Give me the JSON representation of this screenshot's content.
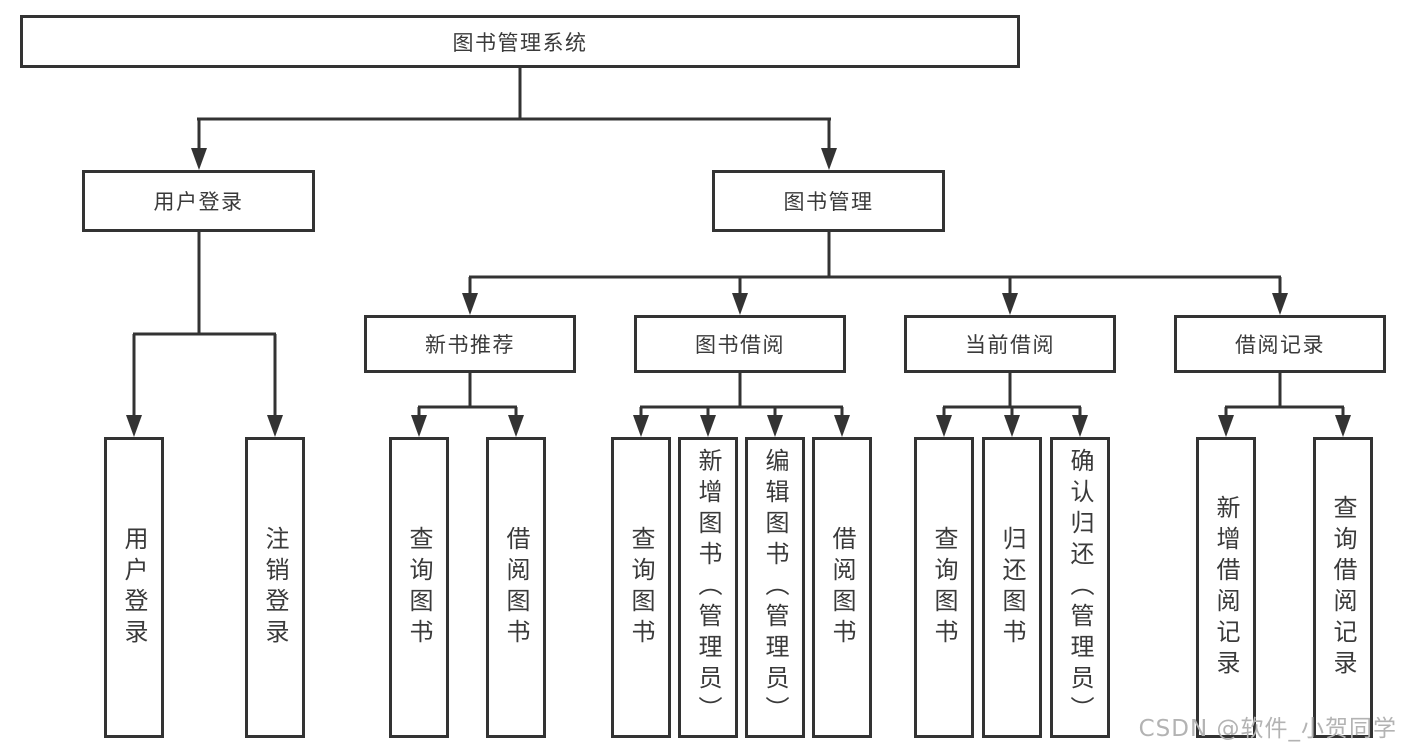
{
  "diagram": {
    "root": "图书管理系统",
    "level2": [
      "用户登录",
      "图书管理"
    ],
    "level3": [
      "新书推荐",
      "图书借阅",
      "当前借阅",
      "借阅记录"
    ],
    "leaves_user_login": [
      "用户登录",
      "注销登录"
    ],
    "leaves_new_book": [
      "查询图书",
      "借阅图书"
    ],
    "leaves_book_borrow": [
      "查询图书",
      "新增图书（管理员）",
      "编辑图书（管理员）",
      "借阅图书"
    ],
    "leaves_current_borrow": [
      "查询图书",
      "归还图书",
      "确认归还（管理员）"
    ],
    "leaves_borrow_record": [
      "新增借阅记录",
      "查询借阅记录"
    ],
    "watermark": "CSDN @软件_小贺同学",
    "colors": {
      "line": "#333333",
      "text": "#3a3a3a",
      "box_background": "#ffffff",
      "watermark": "#b3b3b3",
      "background": "#ffffff"
    }
  }
}
